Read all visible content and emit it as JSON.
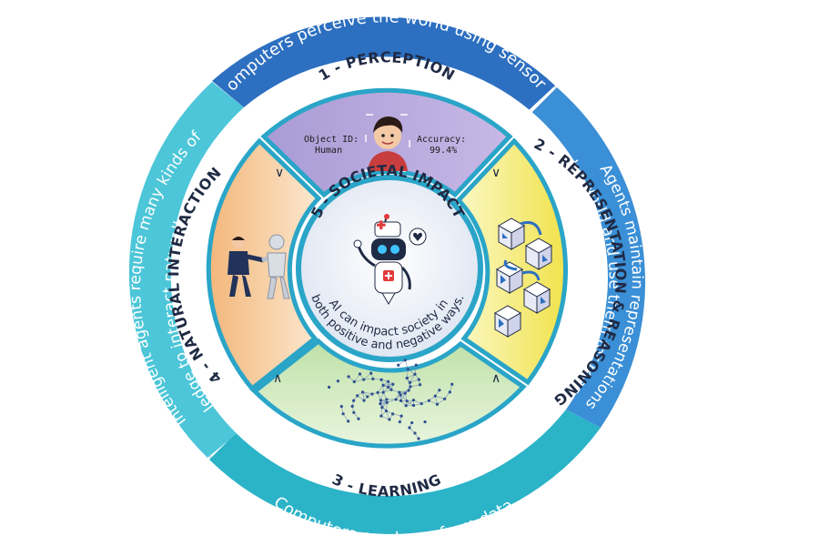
{
  "ring_texts": {
    "perception": "Computers perceive the world using sensors.",
    "representation": "Agents maintain representations of the world and use them for reasoning.",
    "learning": "Computers can learn from data.",
    "interaction": "Intelligent agents require many kinds of knowledge to interact naturally with humans."
  },
  "sections": {
    "perception": "1 - PERCEPTION",
    "representation": "2 - REPRESENTATION & REASONING",
    "learning": "3 - LEARNING",
    "interaction": "4 - NATURAL INTERACTION"
  },
  "center": {
    "title": "5 - SOCIETAL IMPACT",
    "line1": "AI can impact society in",
    "line2": "both positive and negative ways."
  },
  "perception_panel": {
    "object_id_label": "Object ID:",
    "object_id_value": "Human",
    "accuracy_label": "Accuracy:",
    "accuracy_value": "99.4%"
  },
  "colors": {
    "perception_band": "#2d6fc0",
    "representation_band": "#3a8fd6",
    "learning_band": "#2bb3c8",
    "interaction_band": "#4cc6d8",
    "perception_panel": "#b7a6da",
    "representation_panel": "#f3ec7a",
    "learning_panel": "#bfe0a6",
    "interaction_panel": "#f6d2a0",
    "cross": "#2aa5c8",
    "dark_text": "#1f2a44"
  }
}
